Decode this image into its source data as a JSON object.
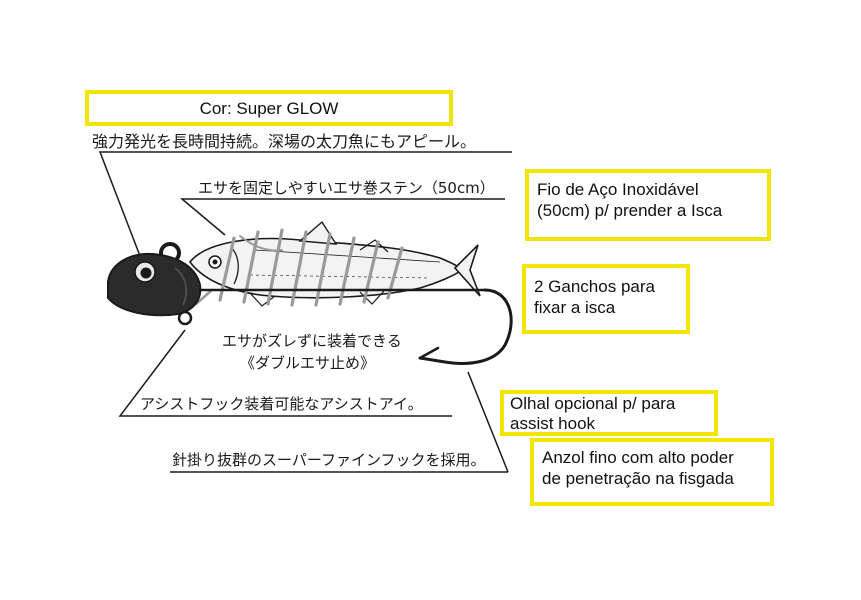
{
  "japanese_labels": {
    "glow": "強力発光を長時間持続。深場の太刀魚にもアピール。",
    "wire": "エサを固定しやすいエサ巻ステン（50cm）",
    "stopper_line1": "エサがズレずに装着できる",
    "stopper_line2": "《ダブルエサ止め》",
    "assist_eye": "アシストフック装着可能なアシストアイ。",
    "hook": "針掛り抜群のスーパーファインフックを採用。"
  },
  "portuguese_boxes": {
    "color": "Cor: Super GLOW",
    "wire_line1": "Fio de Aço Inoxidável",
    "wire_line2": "(50cm) p/ prender a Isca",
    "hooks_line1": "2 Ganchos para",
    "hooks_line2": "fixar a isca",
    "assist_line1": "Olhal opcional p/ para",
    "assist_line2": "assist hook",
    "hook_line1": "Anzol fino com alto poder",
    "hook_line2": "de penetração na fisgada"
  },
  "colors": {
    "highlight_border": "#f2e600",
    "line": "#1a1a1a",
    "jig_head": "#2b2b2b",
    "wire": "#9a9a9a"
  }
}
